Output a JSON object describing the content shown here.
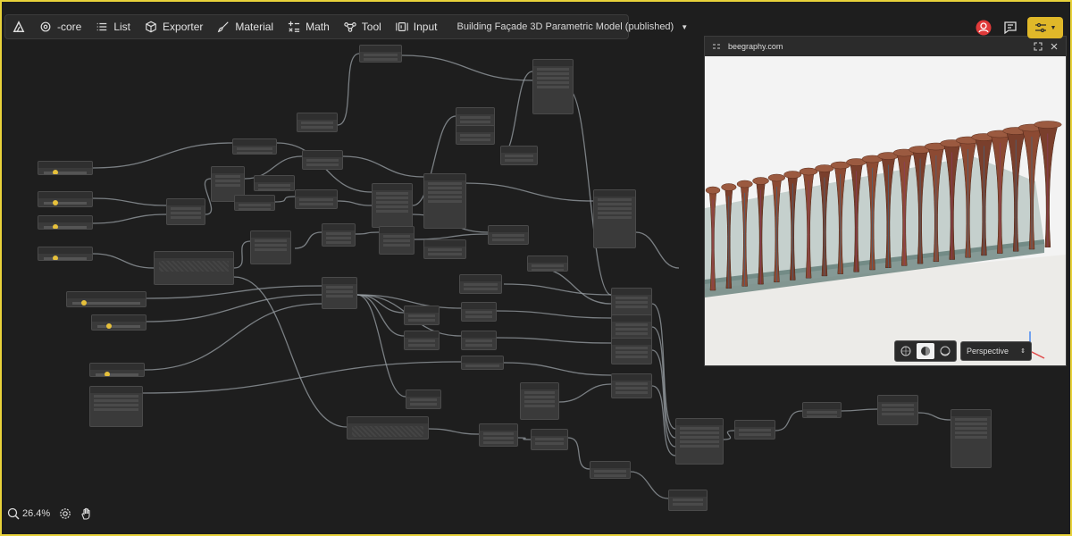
{
  "toolbar": {
    "items": [
      {
        "label": "",
        "icon": "app-logo-icon"
      },
      {
        "label": "-core",
        "icon": "core-icon"
      },
      {
        "label": "List",
        "icon": "list-icon"
      },
      {
        "label": "Exporter",
        "icon": "cube-icon"
      },
      {
        "label": "Material",
        "icon": "brush-icon"
      },
      {
        "label": "Math",
        "icon": "math-icon"
      },
      {
        "label": "Tool",
        "icon": "tool-icon"
      },
      {
        "label": "Input",
        "icon": "input-icon"
      }
    ],
    "project_title": "Building Façade 3D Parametric Model (published)"
  },
  "top_right": {
    "avatar_icon": "user-avatar-icon",
    "comment_icon": "comment-icon",
    "settings_icon": "sliders-icon",
    "accent_color": "#e0b829",
    "avatar_color": "#e03a3a"
  },
  "viewer": {
    "url": "beegraphy.com",
    "projection": "Perspective",
    "render_modes": [
      "wireframe-mode-icon",
      "shaded-mode-icon",
      "solid-mode-icon"
    ],
    "active_render_mode": 1
  },
  "status": {
    "zoom": "26.4%"
  },
  "colors": {
    "background": "#1e1e1e",
    "node": "#3a3a3a",
    "wire": "#9aa0a6",
    "frame_border": "#e8d23a"
  }
}
